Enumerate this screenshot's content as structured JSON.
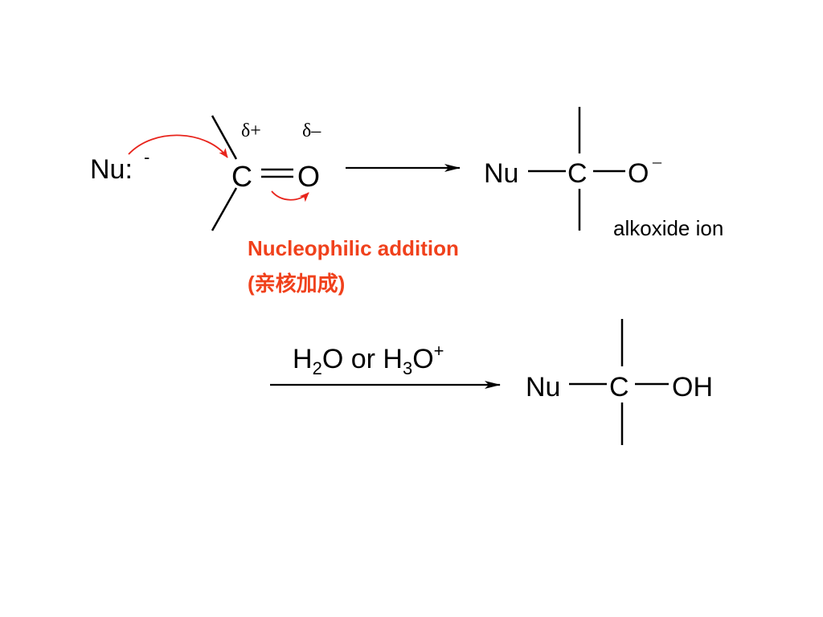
{
  "colors": {
    "ink": "#000000",
    "accent_red": "#e8241c",
    "label_orange": "#f0411c"
  },
  "reactants": {
    "nucleophile": "Nu:",
    "nucleophile_charge": "-",
    "carbon": "C",
    "oxygen": "O",
    "delta_plus": "δ+",
    "delta_minus": "δ–"
  },
  "intermediate": {
    "nu": "Nu",
    "carbon": "C",
    "oxygen": "O",
    "oxygen_charge": "–",
    "label": "alkoxide ion"
  },
  "reaction_label": {
    "english": "Nucleophilic addition",
    "chinese": "(亲核加成)"
  },
  "step2_reagent": {
    "h1": "H",
    "sub1": "2",
    "o1": "O or H",
    "sub2": "3",
    "o2": "O",
    "sup": "+"
  },
  "product": {
    "nu": "Nu",
    "carbon": "C",
    "oh": "OH"
  }
}
